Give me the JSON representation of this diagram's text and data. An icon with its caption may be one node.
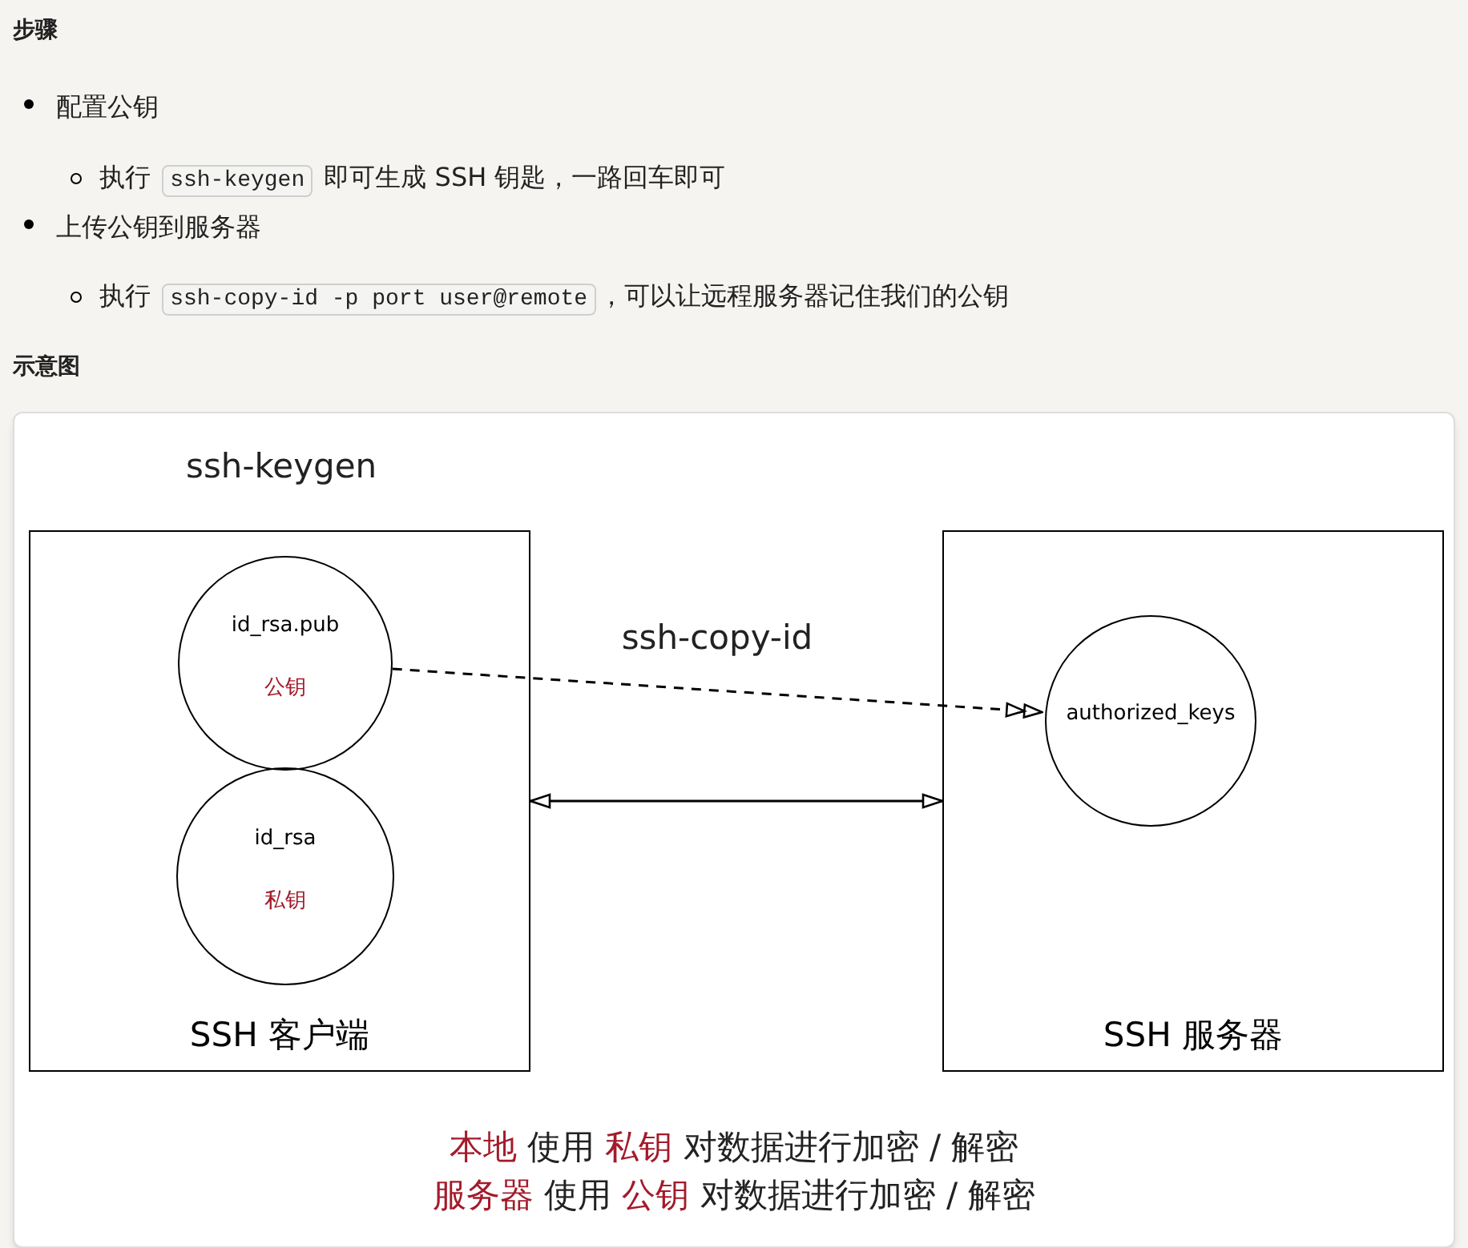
{
  "diagram": {
    "nodes": [
      {
        "text": [
          "*本地* 使用 *私钥* 对数据进行加密 / 解密",
          "*服务器* 使用 *公钥* 对数据进行加密 / 解密"
        ]
      },
      {
        "text": [
          "SSH 客户端"
        ],
        "beside": [
          "ssh-keygen"
        ],
        "in": 0
      },
      {
        "text": [
          "id_rsa.pub",
          "公钥"
        ],
        "in": 1
      },
      {
        "text": [
          "id_rsa",
          "私钥"
        ],
        "in": 1
      },
      {
        "text": [
          "SSH 服务器"
        ],
        "in": 0
      },
      {
        "text": [
          "authorized_keys"
        ],
        "in": 4
      }
    ],
    "edges": [
      {
        "from": 2,
        "to": 5,
        "arrow": "to",
        "style": "dashed",
        "label": "ssh-copy-id"
      },
      {
        "from": 1,
        "to": 4,
        "arrow": "both"
      }
    ],
    "labels": [
      "步骤",
      "配置公钥",
      "执行 *ssh-keygen* 即可生成 SSH 钥匙，一路回车即可",
      "上传公钥到服务器",
      "执行 *ssh-copy-id -p port user@remote*，可以让远程服务器记住我们的公钥",
      "示意图"
    ]
  }
}
